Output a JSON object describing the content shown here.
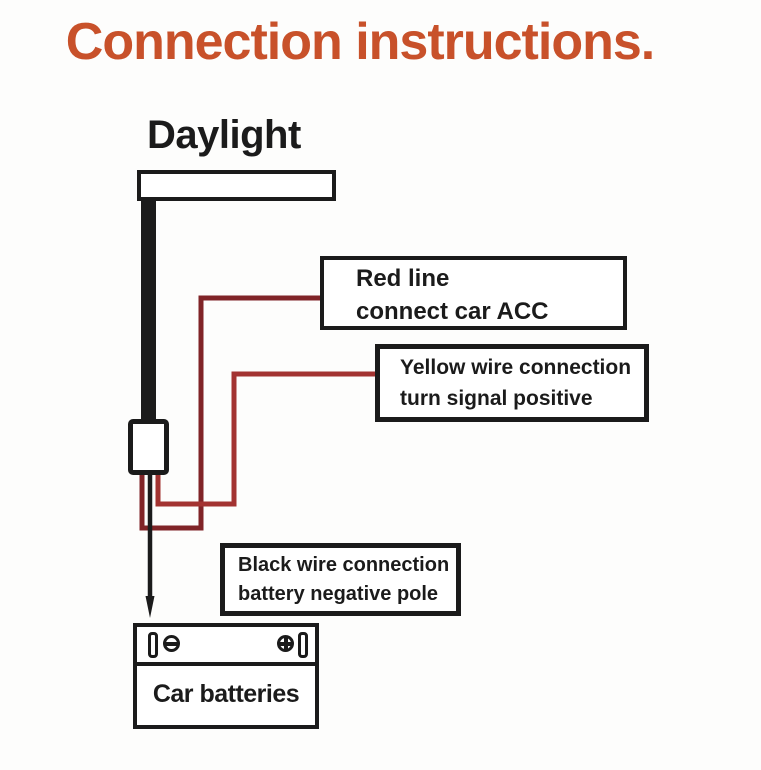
{
  "title": {
    "text": "Connection instructions.",
    "color": "#c8512a"
  },
  "diagram": {
    "daylight_label": "Daylight",
    "boxes": {
      "red_line": {
        "line1": "Red line",
        "line2": "connect car ACC"
      },
      "yellow_wire": {
        "line1": "Yellow wire connection",
        "line2": "turn signal positive"
      },
      "black_wire": {
        "line1": "Black wire connection",
        "line2": "battery negative pole"
      }
    },
    "battery": {
      "label": "Car batteries",
      "negative_terminal_icon": "circled-minus",
      "positive_terminal_icon": "circled-plus"
    },
    "colors": {
      "outline": "#1b1b1b",
      "title": "#c8512a",
      "red_wire_acc": "#802427",
      "red_wire_turn_signal": "#a33331",
      "black_wire": "#1b1b1b"
    }
  }
}
